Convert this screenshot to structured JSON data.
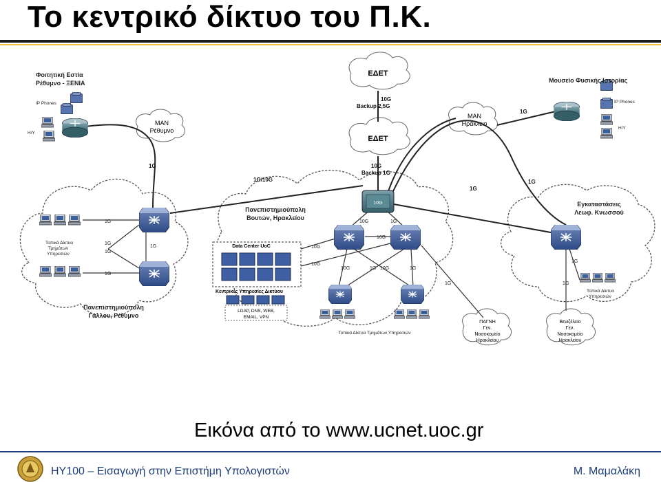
{
  "title": "Το κεντρικό δίκτυο του Π.Κ.",
  "caption": "Εικόνα από το www.ucnet.uoc.gr",
  "footer": {
    "course": "ΗΥ100 – Εισαγωγή στην Επιστήμη Υπολογιστών",
    "author": "Μ. Μαμαλάκη"
  },
  "diagram": {
    "edet_top": "ΕΔΕΤ",
    "edet_mid": "ΕΔΕΤ",
    "link_edet": "10G",
    "link_edet_backup": "Backup 2,5G",
    "link_core": "10G",
    "link_core_backup": "Backup 1G",
    "router_label": "10G",
    "foititiki_title": "Φοιτητική Εστία",
    "foititiki_sub": "Ρέθυμνο - ΞΕΝΙΑ",
    "ip_phones_left": "IP Phones",
    "hy_left": "Η/Υ",
    "man_rethymno_1": "MAN",
    "man_rethymno_2": "Ρέθυμνο",
    "man_heraklio_1": "MAN",
    "man_heraklio_2": "Ηράκλειο",
    "mouseio": "Μουσείο Φυσικής Ιστορίας",
    "ip_phones_right": "IP Phones",
    "hy_right": "Η/Υ",
    "link_mouseio": "1G",
    "link_rethymno_1g": "1G",
    "link_1g_10g": "1G/10G",
    "link_knosos_1g_a": "1G",
    "link_knosos_1g_b": "1G",
    "voutes_1": "Πανεπιστημιούπολη",
    "voutes_2": "Βουτών, Ηρακλείου",
    "knosos_1": "Εγκαταστάσεις",
    "knosos_2": "Λεωφ. Κνωσσού",
    "gallou_1": "Πανεπιστημιούπολη",
    "gallou_2": "Γάλλου, Ρέθυμνο",
    "local_left_1": "Τοπικά Δίκτυα",
    "local_left_2": "Τμημάτων",
    "local_left_3": "Υπηρεσιών",
    "local_right_1": "Τοπικά Δίκτυα",
    "local_right_2": "Υπηρεσιών",
    "local_bottom": "Τοπικά Δίκτυα Τμημάτων Υπηρεσιών",
    "datacenter": "Data Center UoC",
    "central_services": "Κεντρικές Υπηρεσίες Δικτύου",
    "services_list_1": "LDAP, DNS, WEB,",
    "services_list_2": "EMAIL, VPN",
    "pagni_1": "ΠΑΓΝΗ",
    "pagni_2": "Γεν.",
    "pagni_3": "Νοσοκομείο",
    "pagni_4": "Ηρακλείου",
    "venizelio_1": "Βενιζέλειο",
    "venizelio_2": "Γεν.",
    "venizelio_3": "Νοσοκομείο",
    "venizelio_4": "Ηρακλείου",
    "l_1g_a": "1G",
    "l_1g_b": "1G",
    "l_1g_c": "1G",
    "l_1g_d": "1G",
    "l_1g_e": "1G",
    "l_10g_a": "10G",
    "l_1g_f": "1G",
    "l_10g_b": "10G",
    "l_10g_c": "10G",
    "l_10g_d": "10G",
    "l_10g_e": "10G",
    "l_1g_g": "1G",
    "l_10g_f": "10G",
    "l_1g_h": "1G",
    "l_1g_pagni": "1G",
    "l_1g_kn_a": "1G",
    "l_1g_kn_b": "1G"
  }
}
